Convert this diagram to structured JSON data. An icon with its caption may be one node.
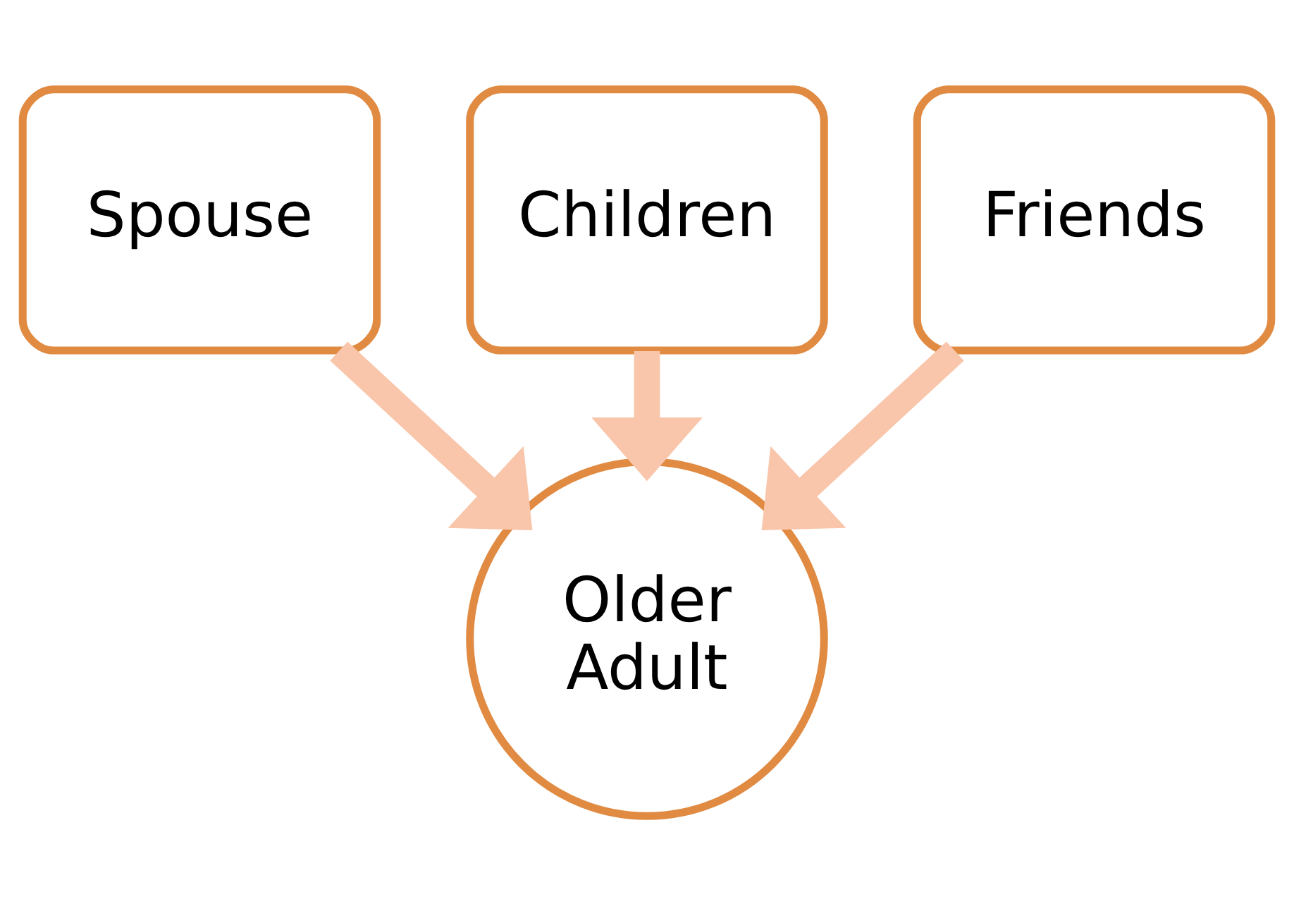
{
  "diagram": {
    "nodes": [
      {
        "text": [
          "Children"
        ]
      },
      {
        "text": [
          "Spouse"
        ]
      },
      {
        "text": [
          "Friends"
        ]
      },
      {
        "text": [
          "Older Adult"
        ]
      }
    ],
    "edges": [
      {
        "from": 0,
        "to": 3,
        "arrow": "to"
      },
      {
        "from": 1,
        "to": 3,
        "arrow": "to"
      },
      {
        "from": 2,
        "to": 3,
        "arrow": "to"
      }
    ]
  }
}
